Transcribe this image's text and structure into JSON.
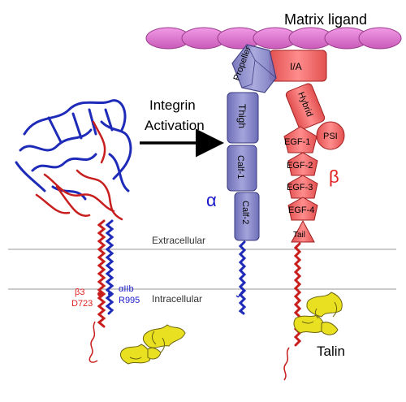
{
  "labels": {
    "matrix_ligand": "Matrix ligand",
    "activation_line1": "Integrin",
    "activation_line2": "Activation",
    "alpha_symbol": "α",
    "beta_symbol": "β",
    "extracellular": "Extracellular",
    "intracellular": "Intracellular",
    "talin": "Talin",
    "beta3": "β3",
    "d723": "D723",
    "alpha_iib": "αIIb",
    "r995": "R995"
  },
  "alpha_domains": {
    "propeller": "Propeller",
    "thigh": "Thigh",
    "calf1": "Calf-1",
    "calf2": "Calf-2"
  },
  "beta_domains": {
    "ia": "I/A",
    "hybrid": "Hybrid",
    "psi": "PSI",
    "egf1": "EGF-1",
    "egf2": "EGF-2",
    "egf3": "EGF-3",
    "egf4": "EGF-4",
    "tail": "Tail"
  },
  "colors": {
    "ligand": "#e070d0",
    "alpha_domain": "#8c8ccc",
    "beta_domain": "#f26b6b",
    "alpha_text": "#1a1acc",
    "beta_text": "#e02020",
    "helix_blue": "#1e2ab8",
    "helix_red": "#c81e1e",
    "talin": "#e8e020"
  }
}
